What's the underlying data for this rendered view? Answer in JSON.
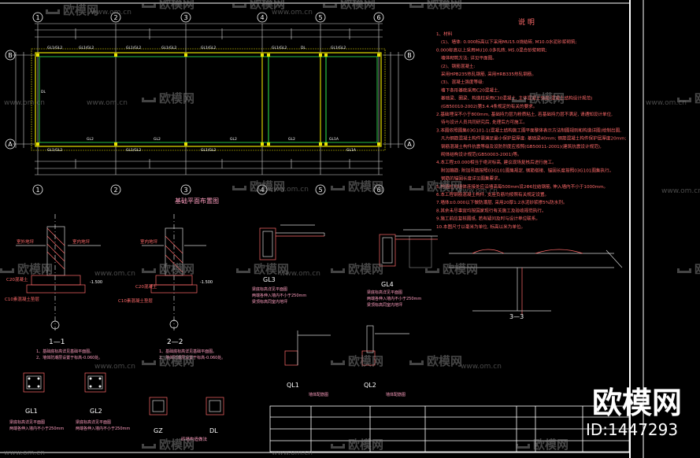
{
  "grid_axes": {
    "top": [
      "1",
      "2",
      "3",
      "4",
      "5",
      "6"
    ],
    "bottom": [
      "1",
      "2",
      "3",
      "4",
      "5",
      "6"
    ],
    "rows": [
      "B",
      "A"
    ]
  },
  "plan": {
    "title": "基础平面布置图",
    "labels": [
      "GL1/GL2",
      "GL1/GL2",
      "GL1/GL2",
      "GL1/GL2",
      "GL1/GL2",
      "DL",
      "GL1/GL2",
      "GL2",
      "GL1/GL2",
      "GL2",
      "GL1/GL2",
      "GL2",
      "GL1/GL2",
      "GL2",
      "DL",
      "GL1/GL2",
      "GL1A",
      "GL1A"
    ]
  },
  "notes_title": "说 明",
  "notes": [
    "1、材料",
    "(1)、墙体: 0.000标高以下采用MU15.0烧结砖, M10.0水泥砂浆砌筑;",
    "0.000标高以上采用MU10.0多孔砖, M5.0混合砂浆砌筑;",
    "墙体砌筑方法: 详见平面图。",
    "(2)、钢筋混凝土:",
    "采用HPB235热轧钢筋, 采用HRB335热轧钢筋。",
    "(3)、混凝土强度等级:",
    "墙下条形基础采用C20混凝土,",
    "基础梁、圈梁、构造柱采用C30混凝土, 主体混凝土强度(混凝土结构设计规范)",
    "(GB50010-2002)第3.4.4条规定的有关的要求。",
    "2.基础埋深不小于800mm, 基础持力层为粉质粘土, 若基础持力层不满足, 请通知设计单位,",
    "待与设计人员共同研究后, 处理后方可施工。",
    "3.本图依照图集03G101-1(混凝土结构施工图平面整体表示方法制图规则和构造详图)绘制出图,",
    "凡为钢筋混凝土构件需满足最小保护层厚度: 基础梁40mm; 钢筋混凝土构件保护层厚度20mm;",
    "钢筋混凝土构件抗震等级及设防烈度应按照(GB50011-2001)(建筑抗震设计规范),",
    "砌体结构设计规范(GB50003-2001)等。",
    "4.本工程±0.000相当于绝对标高, 建议现场复核后进行施工。",
    "附加箍筋: 附加吊筋按照03G101图集规定, 钢筋搭接、锚固长度按照03G101图集执行。",
    "钢筋的锚固长度详见图集要求。",
    "5.构造柱与墙体连接处应沿墙高每500mm设2Φ6拉结钢筋, 伸入墙内不小于1000mm。",
    "6.本工程钢筋混凝土构件, 支座负筋均按照有关规定设置。",
    "7.墙体±0.000以下做防潮层, 采用20厚1:2水泥砂浆掺5%防水剂。",
    "8.其余未尽事宜均按国家现行有关施工及验收规范执行。",
    "9.施工前应复核图纸, 若有疑问及时与设计单位联系。",
    "10.本图尺寸以毫米为单位, 标高以米为单位。"
  ],
  "details": {
    "s11": {
      "title": "1—1",
      "labels": [
        "室外地坪",
        "室内地坪",
        "C20混凝土",
        "C10素混凝土垫层",
        "-1.500"
      ],
      "notes": [
        "1、基础底标高详见基础平面图。",
        "2、墙体防潮层设置于标高-0.060处。"
      ]
    },
    "s22": {
      "title": "2—2",
      "labels": [
        "室内地坪",
        "C20混凝土",
        "C10素混凝土垫层",
        "-1.500"
      ],
      "notes": [
        "1、基础底标高详见基础平面图。",
        "2、墙体防潮层设置于标高-0.060处。"
      ]
    },
    "gl3": {
      "title": "GL3",
      "notes": [
        "梁底标高详见平面图",
        "两端各伸入墙内不小于250mm",
        "梁顶标高同室内地坪"
      ]
    },
    "gl4": {
      "title": "GL4",
      "notes": [
        "梁底标高详见平面图",
        "两端各伸入墙内不小于250mm",
        "梁顶标高同室内地坪"
      ]
    },
    "s33": {
      "title": "3—3"
    },
    "gl1": {
      "title": "GL1",
      "notes": [
        "梁底标高详见平面图",
        "两端各伸入墙内不小于250mm"
      ]
    },
    "gl2": {
      "title": "GL2",
      "notes": [
        "梁底标高详见平面图",
        "两端各伸入墙内不小于250mm"
      ]
    },
    "qgl1": {
      "title": "QL1",
      "note": "墙体配筋图"
    },
    "qgl2": {
      "title": "QL2",
      "note": "墙体配筋图"
    },
    "gz": {
      "title": "GZ"
    },
    "dl": {
      "title": "DL",
      "note": "砖墙构造做法"
    }
  },
  "watermarks": {
    "brand": "欧模网",
    "url": "www.om.cn"
  },
  "corner": {
    "brand": "欧模网",
    "id": "ID:1447293"
  },
  "colors": {
    "background": "#000000",
    "frame": "#ffffff",
    "dimension": "#d6d6d6",
    "wall_yellow": "#e8e200",
    "wall_green": "#2bd64a",
    "text_red": "#ff6a6a",
    "text_pink": "#ff9ec0",
    "axis_white": "#ffffff"
  }
}
